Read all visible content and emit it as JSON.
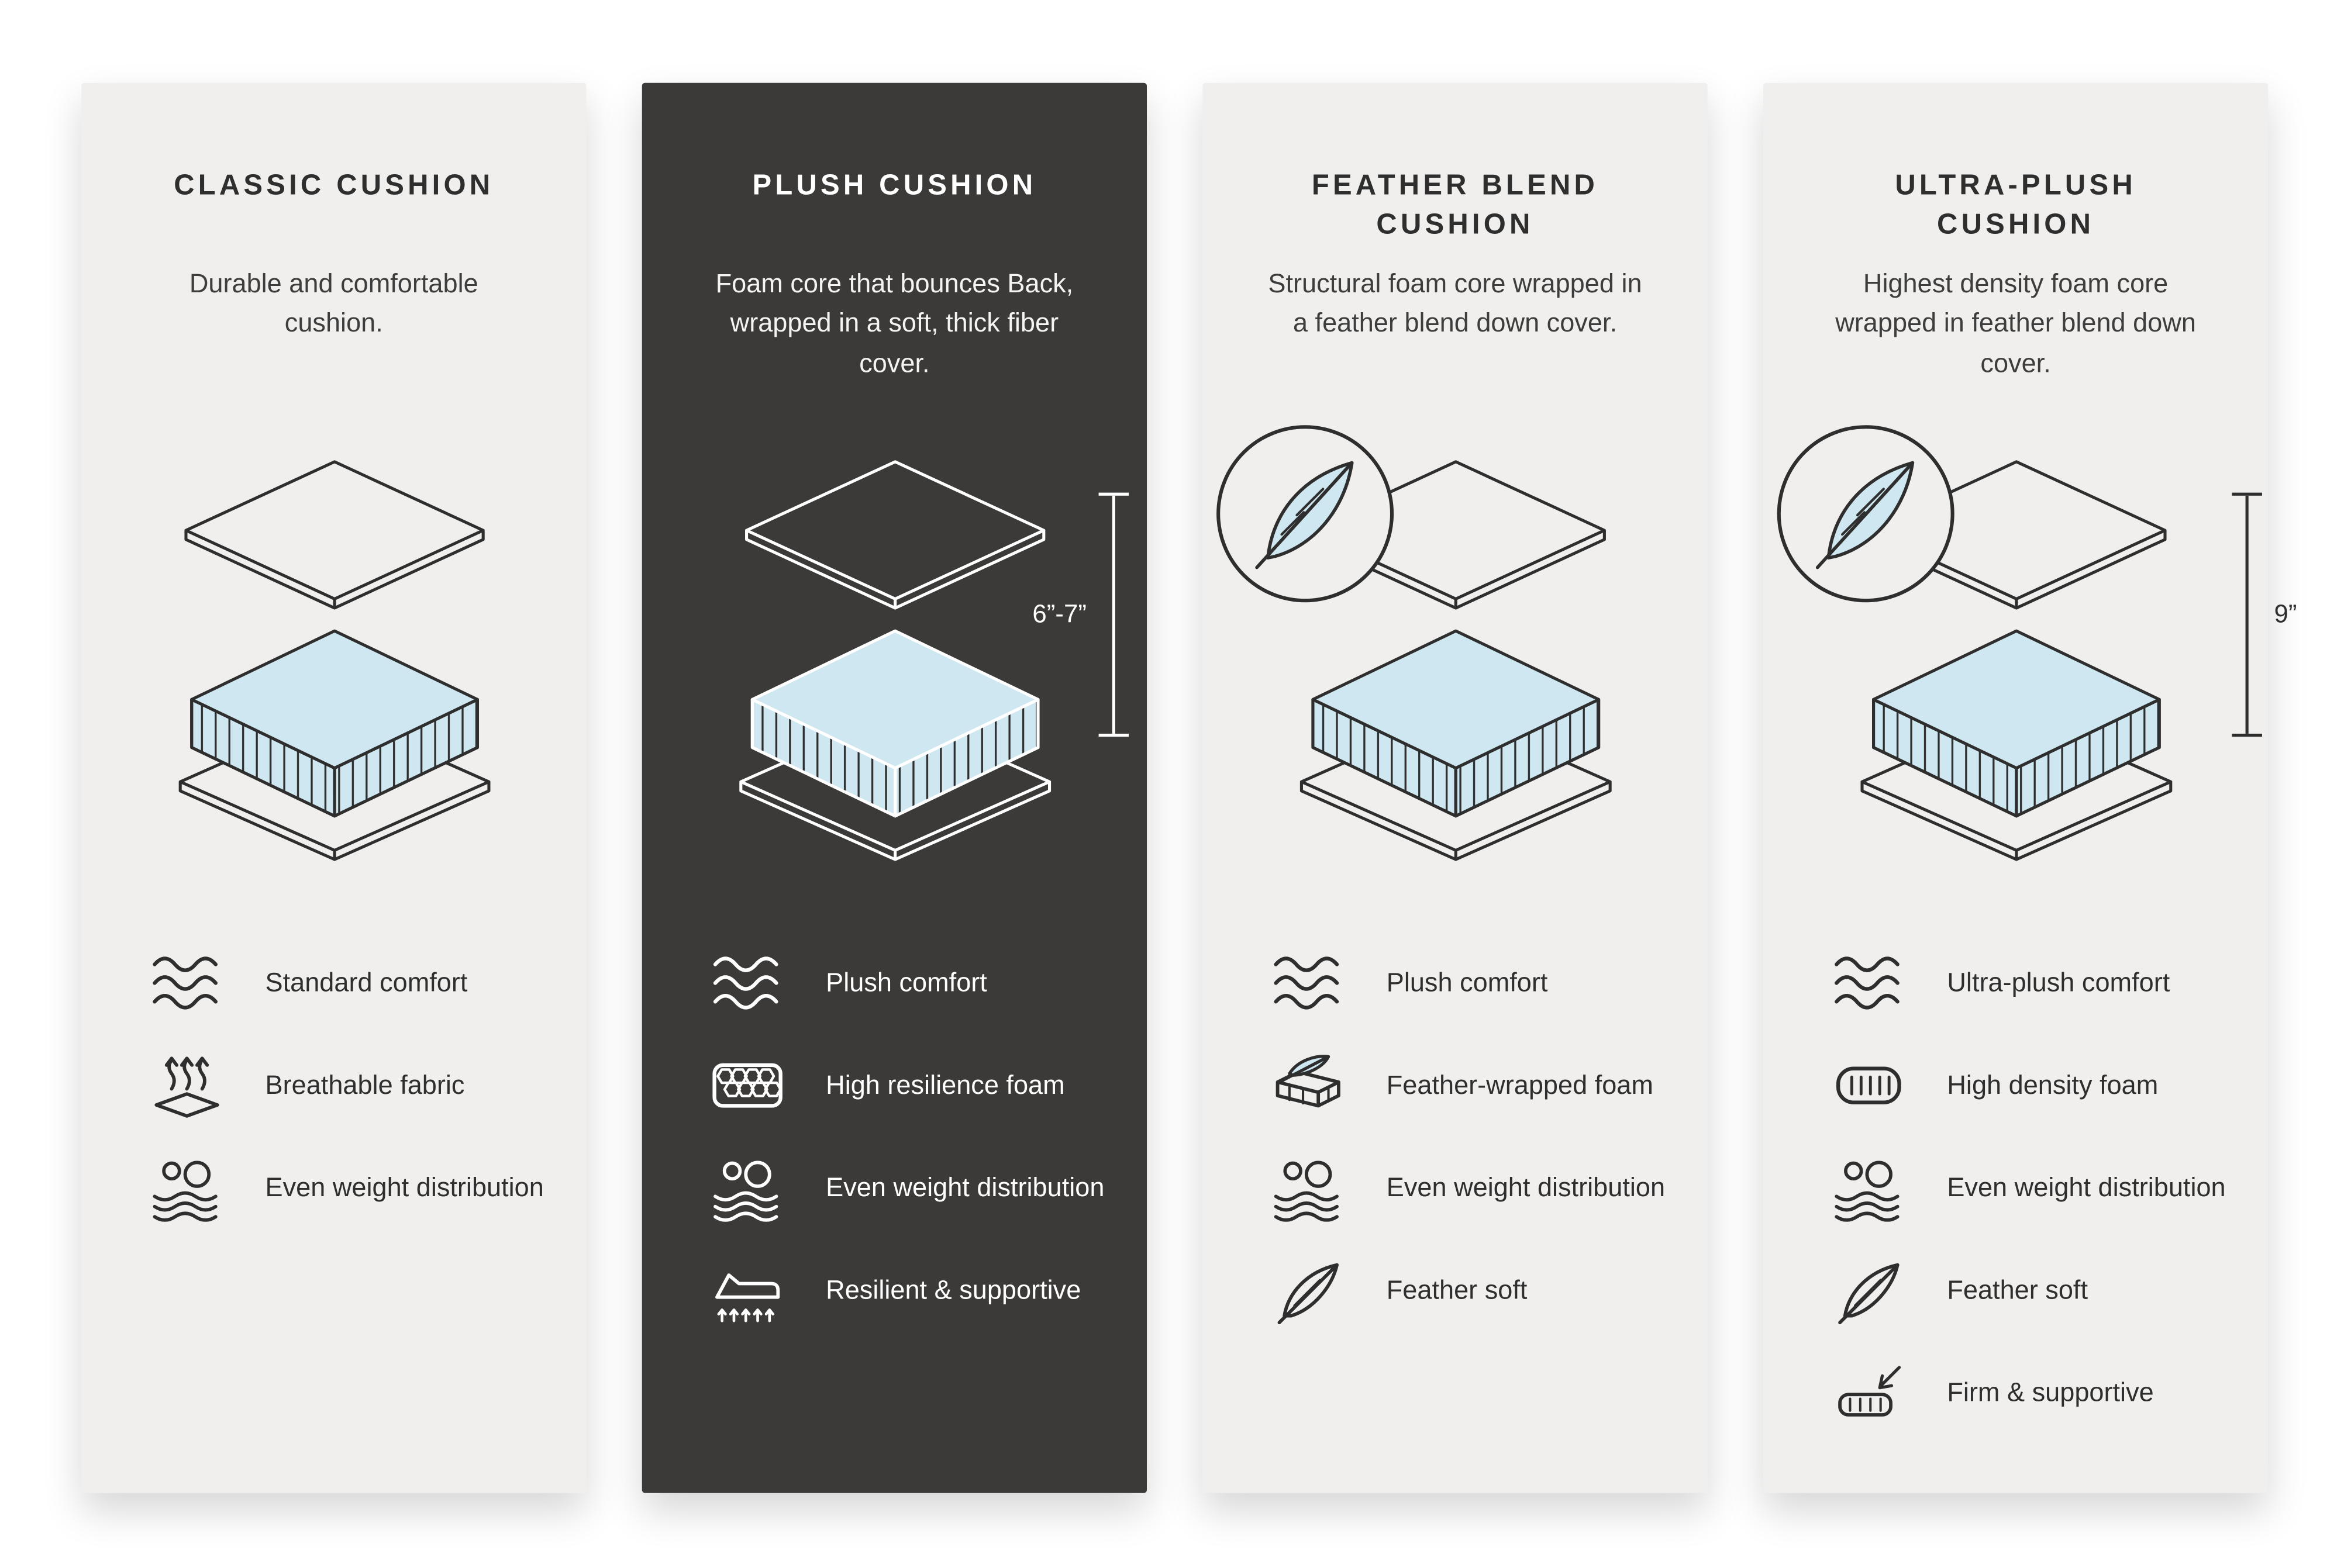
{
  "page": {
    "background": "#ffffff"
  },
  "colors": {
    "card_light_bg": "#f0efed",
    "card_dark_bg": "#3b3a38",
    "foam_blue": "#cfe7f0",
    "outline_dark": "#2e2e2e",
    "text_dark": "#2e2e2e",
    "text_light": "#ffffff"
  },
  "cards": [
    {
      "title": "CLASSIC CUSHION",
      "description": "Durable and comfortable cushion.",
      "features": [
        {
          "icon": "waves-icon",
          "label": "Standard comfort"
        },
        {
          "icon": "breathable-fabric-icon",
          "label": "Breathable fabric"
        },
        {
          "icon": "even-weight-distribution-icon",
          "label": "Even weight distribution"
        }
      ]
    },
    {
      "title": "PLUSH CUSHION",
      "description": "Foam core that bounces Back, wrapped in a soft, thick fiber cover.",
      "measurement": "6”-7”",
      "features": [
        {
          "icon": "waves-icon",
          "label": "Plush comfort"
        },
        {
          "icon": "honeycomb-foam-icon",
          "label": "High resilience foam"
        },
        {
          "icon": "even-weight-distribution-icon",
          "label": "Even weight distribution"
        },
        {
          "icon": "resilient-supportive-icon",
          "label": "Resilient & supportive"
        }
      ]
    },
    {
      "title": "FEATHER BLEND CUSHION",
      "description": "Structural foam core wrapped in a feather blend down cover.",
      "features": [
        {
          "icon": "waves-icon",
          "label": "Plush comfort"
        },
        {
          "icon": "feather-wrapped-foam-icon",
          "label": "Feather-wrapped foam"
        },
        {
          "icon": "even-weight-distribution-icon",
          "label": "Even weight distribution"
        },
        {
          "icon": "feather-icon",
          "label": "Feather soft"
        }
      ]
    },
    {
      "title": "ULTRA-PLUSH CUSHION",
      "description": "Highest density foam core wrapped in feather blend down cover.",
      "measurement": "9”",
      "features": [
        {
          "icon": "waves-icon",
          "label": "Ultra-plush comfort"
        },
        {
          "icon": "high-density-foam-icon",
          "label": "High density foam"
        },
        {
          "icon": "even-weight-distribution-icon",
          "label": "Even weight distribution"
        },
        {
          "icon": "feather-icon",
          "label": "Feather soft"
        },
        {
          "icon": "firm-supportive-icon",
          "label": "Firm & supportive"
        }
      ]
    }
  ]
}
